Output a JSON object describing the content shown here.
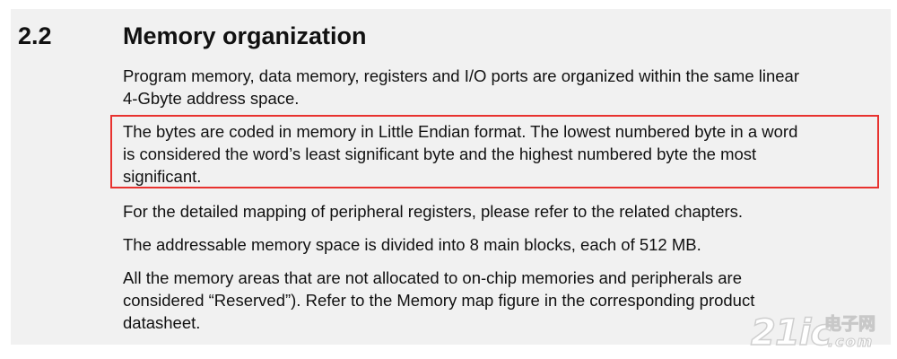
{
  "section": {
    "number": "2.2",
    "title": "Memory organization"
  },
  "paragraphs": [
    {
      "lines": [
        "Program memory, data memory, registers and I/O ports are organized within the same linear",
        "4-Gbyte address space."
      ]
    },
    {
      "lines": [
        "The bytes are coded in memory in Little Endian format. The lowest numbered byte in a word",
        "is considered the word’s least significant byte and the highest numbered byte the most",
        "significant."
      ],
      "highlighted": true,
      "highlight_color": "#e8322f"
    },
    {
      "lines": [
        "For the detailed mapping of peripheral registers, please refer to the related chapters."
      ]
    },
    {
      "lines": [
        "The addressable memory space is divided into 8 main blocks, each of 512 MB."
      ]
    },
    {
      "lines": [
        "All the memory areas that are not allocated to on-chip memories and peripherals are",
        "considered “Reserved”). Refer to the Memory map figure in the corresponding product",
        "datasheet."
      ]
    }
  ],
  "watermark": {
    "brand": "21ic",
    "cn": "电子网",
    "domain": ".com"
  },
  "colors": {
    "panel_background": "#f1f1f1",
    "text": "#111111",
    "highlight_border": "#e8322f"
  }
}
